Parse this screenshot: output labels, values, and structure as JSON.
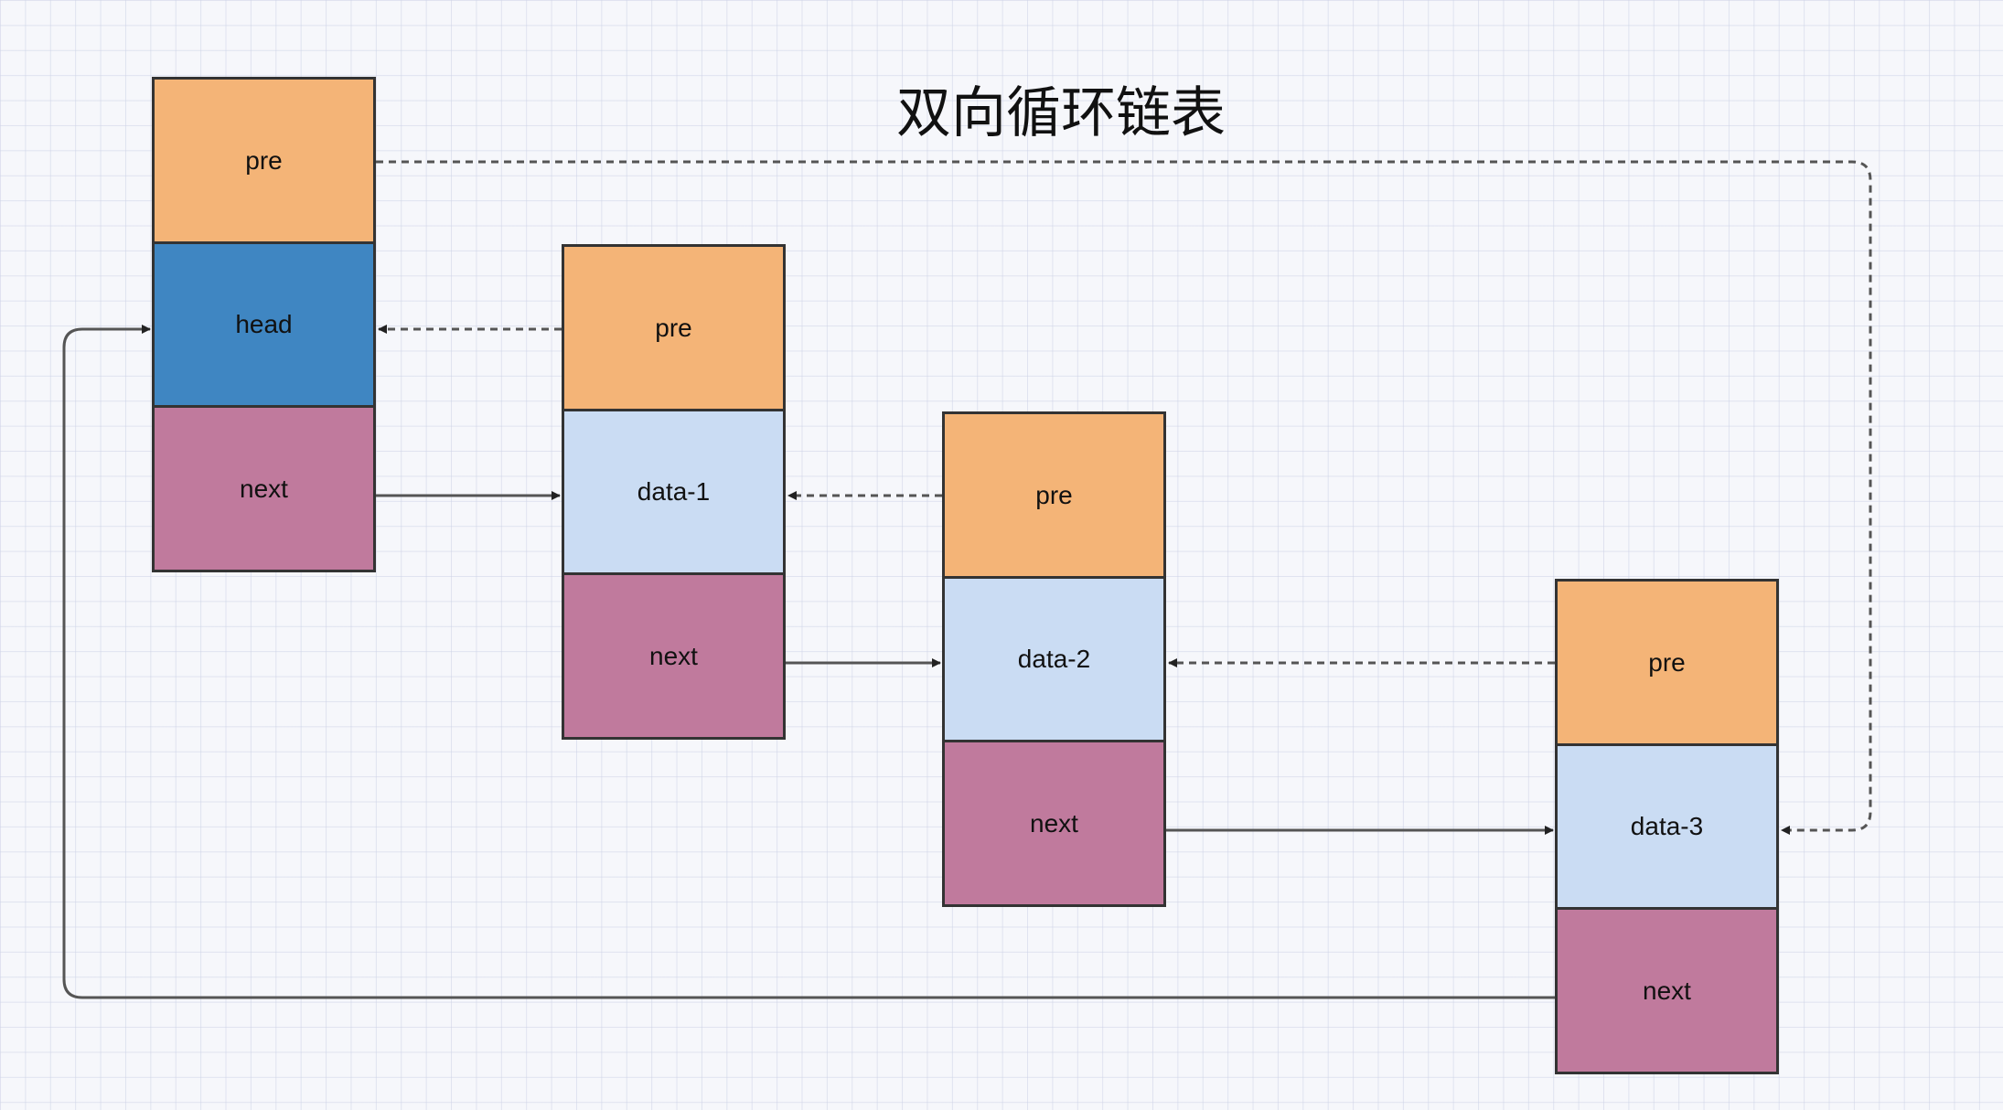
{
  "title": "双向循环链表",
  "colors": {
    "pre": "#f4b477",
    "head": "#3f86c2",
    "data": "#cadcf3",
    "next": "#c07a9d",
    "arrow": "#555555"
  },
  "nodes": [
    {
      "pre": "pre",
      "value": "head",
      "next": "next"
    },
    {
      "pre": "pre",
      "value": "data-1",
      "next": "next"
    },
    {
      "pre": "pre",
      "value": "data-2",
      "next": "next"
    },
    {
      "pre": "pre",
      "value": "data-3",
      "next": "next"
    }
  ],
  "links": [
    {
      "from": "head.next",
      "to": "data-1",
      "style": "solid"
    },
    {
      "from": "data-1.next",
      "to": "data-2",
      "style": "solid"
    },
    {
      "from": "data-2.next",
      "to": "data-3",
      "style": "solid"
    },
    {
      "from": "data-3.next",
      "to": "head",
      "style": "solid"
    },
    {
      "from": "data-1.pre",
      "to": "head",
      "style": "dashed"
    },
    {
      "from": "data-2.pre",
      "to": "data-1",
      "style": "dashed"
    },
    {
      "from": "data-3.pre",
      "to": "data-2",
      "style": "dashed"
    },
    {
      "from": "head.pre",
      "to": "data-3",
      "style": "dashed"
    }
  ]
}
